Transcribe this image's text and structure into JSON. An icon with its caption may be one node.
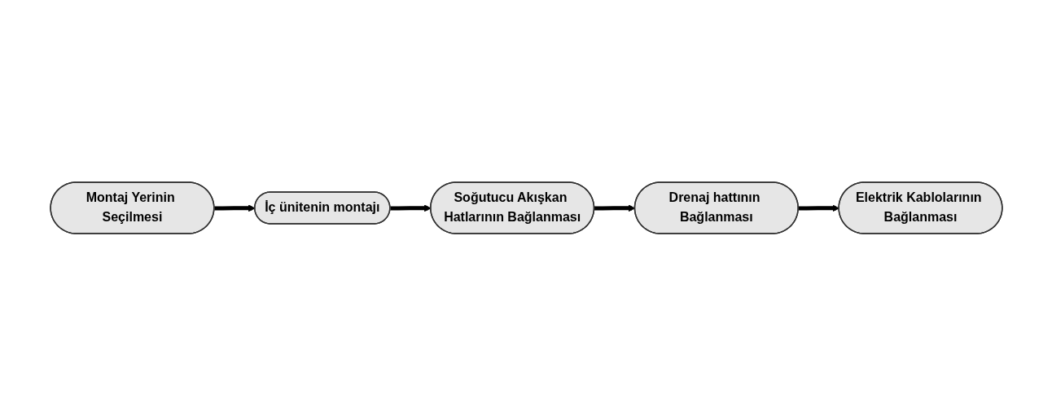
{
  "diagram": {
    "nodes": [
      {
        "text": [
          "Montaj Yerinin Seçilmesi"
        ]
      },
      {
        "text": [
          "İç ünitenin montajı"
        ]
      },
      {
        "text": [
          "Soğutucu Akışkan Hatlarının Bağlanması"
        ]
      },
      {
        "text": [
          "Drenaj hattının Bağlanması"
        ]
      },
      {
        "text": [
          "Elektrik Kablolarının Bağlanması"
        ]
      }
    ],
    "edges": [
      {
        "from": 0,
        "to": 1,
        "arrow": "to"
      },
      {
        "from": 1,
        "to": 2,
        "arrow": "to"
      },
      {
        "from": 2,
        "to": 3,
        "arrow": "to"
      },
      {
        "from": 3,
        "to": 4,
        "arrow": "to"
      }
    ]
  }
}
